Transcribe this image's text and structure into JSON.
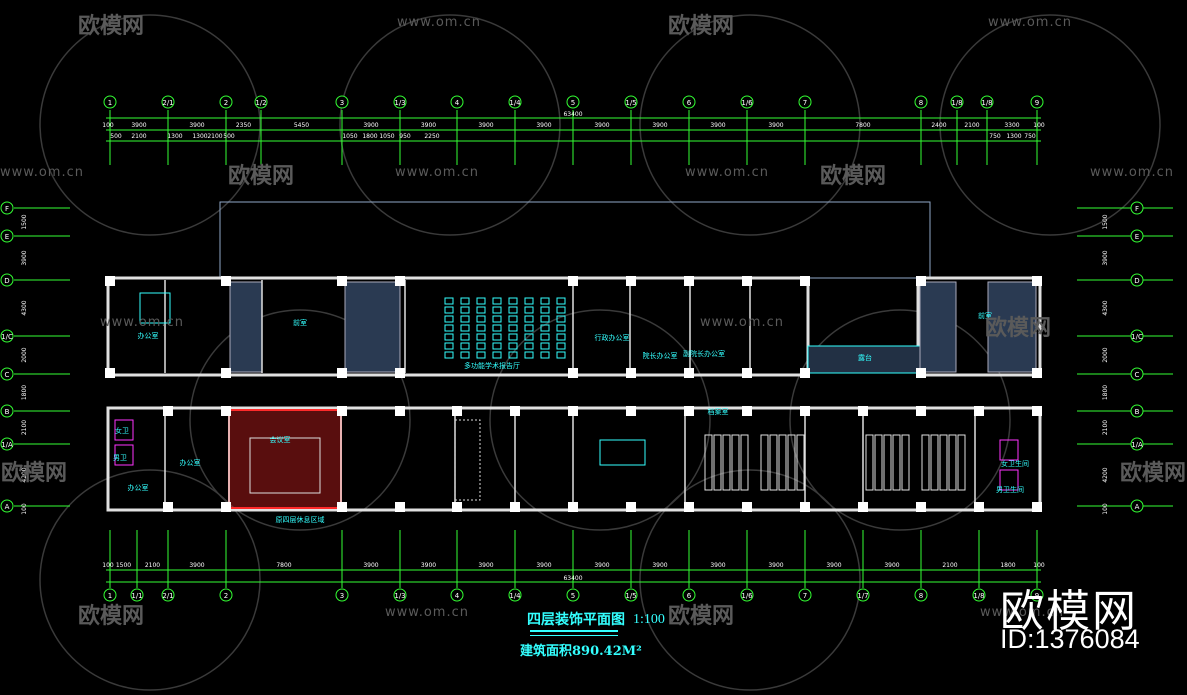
{
  "drawing": {
    "title": "四层装饰平面图",
    "scale": "1:100",
    "area": "建筑面积890.42M²",
    "total_dimension": "63400",
    "colors": {
      "axis": "#33ff33",
      "wall": "#e0e0e0",
      "furniture": "#33ffff",
      "highlight": "#ff2a2a",
      "sanitary": "#ff33ff",
      "background": "#000000"
    }
  },
  "axes_top": [
    "1",
    "2/1",
    "2",
    "1/2",
    "3",
    "1/3",
    "4",
    "1/4",
    "5",
    "1/5",
    "6",
    "1/6",
    "7",
    "8",
    "1/8",
    "1/8",
    "9"
  ],
  "axes_bottom": [
    "1",
    "1/1",
    "2/1",
    "2",
    "3",
    "1/3",
    "4",
    "1/4",
    "5",
    "1/5",
    "6",
    "1/6",
    "7",
    "1/7",
    "8",
    "1/8",
    "9"
  ],
  "axes_side": [
    "F",
    "E",
    "D",
    "1/C",
    "C",
    "B",
    "1/A",
    "A"
  ],
  "dims_top_row1": [
    "100",
    "3900",
    "3900",
    "2350",
    "5450",
    "3900",
    "3900",
    "3900",
    "3900",
    "3900",
    "3900",
    "3900",
    "3900",
    "7800",
    "2400",
    "2100",
    "3300",
    "100"
  ],
  "dims_top_row2": [
    "500",
    "2100",
    "1300",
    "1300",
    "2100",
    "500",
    "1050",
    "1800",
    "1050",
    "950",
    "2250",
    "750",
    "1300",
    "750"
  ],
  "dims_bottom": [
    "100",
    "1500",
    "2100",
    "3900",
    "7800",
    "3900",
    "3900",
    "3900",
    "3900",
    "3900",
    "3900",
    "3900",
    "3900",
    "3900",
    "3900",
    "2100",
    "1800",
    "100"
  ],
  "dims_side": [
    "1500",
    "3900",
    "4300",
    "2000",
    "1800",
    "2100",
    "4200",
    "100"
  ],
  "rooms": [
    {
      "label": "办公室"
    },
    {
      "label": "前室"
    },
    {
      "label": "多功能学术报告厅"
    },
    {
      "label": "行政办公室"
    },
    {
      "label": "院长办公室"
    },
    {
      "label": "副院长办公室"
    },
    {
      "label": "露台"
    },
    {
      "label": "前室"
    },
    {
      "label": "女卫"
    },
    {
      "label": "男卫"
    },
    {
      "label": "办公室"
    },
    {
      "label": "办公室"
    },
    {
      "label": "会议室"
    },
    {
      "label": "档案室"
    },
    {
      "label": "女卫生间"
    },
    {
      "label": "男卫生间"
    },
    {
      "label": "原四层休息区域"
    }
  ],
  "watermark": {
    "logo": "欧模网",
    "url": "www.om.cn",
    "id": "ID:1376084"
  }
}
